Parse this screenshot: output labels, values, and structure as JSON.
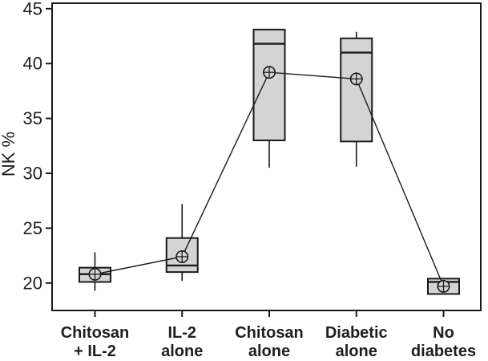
{
  "chart_data": {
    "type": "boxplot",
    "title": "",
    "xlabel": "",
    "ylabel": "NK %",
    "ylim": [
      17.5,
      45.5
    ],
    "yticks": [
      20,
      25,
      30,
      35,
      40,
      45
    ],
    "grid": false,
    "framed": true,
    "legend": "none",
    "colors": {
      "box_fill": "#d4d4d4",
      "stroke": "#1a1a1a",
      "background": "#ffffff"
    },
    "mean_line": true,
    "mean_marker": "circle-plus",
    "categories": [
      {
        "line1": "Chitosan",
        "line2": "+ IL-2"
      },
      {
        "line1": "IL-2",
        "line2": "alone"
      },
      {
        "line1": "Chitosan",
        "line2": "alone"
      },
      {
        "line1": "Diabetic",
        "line2": "alone"
      },
      {
        "line1": "No",
        "line2": "diabetes"
      }
    ],
    "groups": [
      {
        "label": "Chitosan + IL-2",
        "whisker_low": 19.3,
        "q1": 20.1,
        "median": 20.8,
        "q3": 21.4,
        "whisker_high": 22.8,
        "mean": 20.8
      },
      {
        "label": "IL-2 alone",
        "whisker_low": 20.2,
        "q1": 21.0,
        "median": 21.6,
        "q3": 24.1,
        "whisker_high": 27.2,
        "mean": 22.4
      },
      {
        "label": "Chitosan alone",
        "whisker_low": 30.5,
        "q1": 33.0,
        "median": 41.8,
        "q3": 43.1,
        "whisker_high": 43.1,
        "mean": 39.2
      },
      {
        "label": "Diabetic alone",
        "whisker_low": 30.6,
        "q1": 32.9,
        "median": 41.0,
        "q3": 42.3,
        "whisker_high": 42.9,
        "mean": 38.6
      },
      {
        "label": "No diabetes",
        "whisker_low": 19.0,
        "q1": 19.0,
        "median": 20.1,
        "q3": 20.4,
        "whisker_high": 20.4,
        "mean": 19.7
      }
    ]
  }
}
